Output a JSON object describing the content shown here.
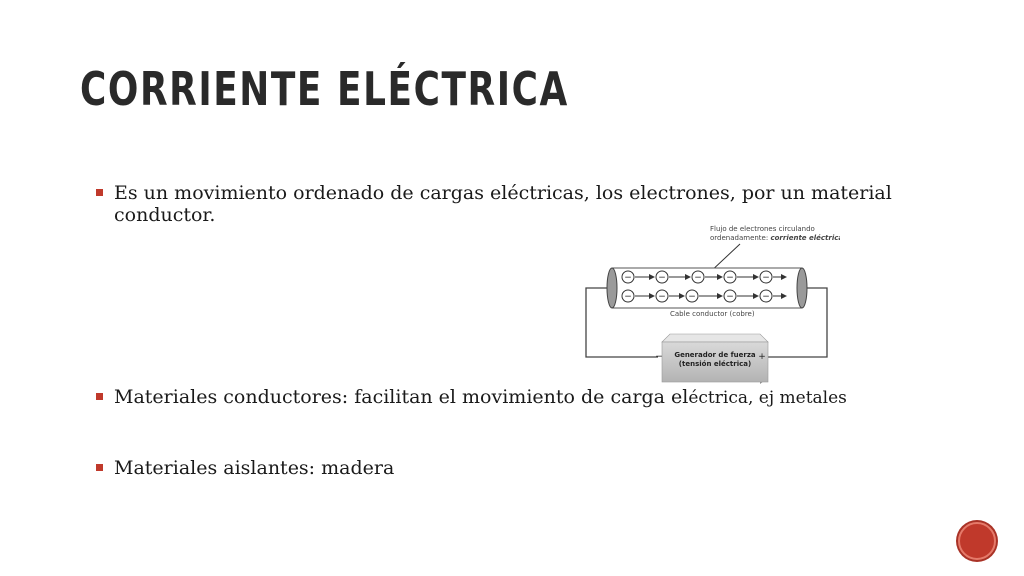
{
  "slide": {
    "title": "Corriente eléctrica",
    "bullets": [
      {
        "line1": "Es un movimiento ordenado de cargas eléctricas, los electrones, por un material",
        "line2": "conductor."
      },
      {
        "main": "Materiales conductores: facilitan el movimiento de carga el",
        "small": "éctrica, ej metales"
      },
      {
        "main": "Materiales aislantes: madera"
      }
    ]
  },
  "diagram": {
    "flow_label_line1": "Flujo de electrones circulando",
    "flow_label_line2_prefix": "ordenadamente: ",
    "flow_label_line2_em": "corriente eléctrica",
    "cable_label": "Cable conductor (cobre)",
    "generator_line1": "Generador de fuerza",
    "generator_line2": "(tensión eléctrica)",
    "minus_sign": "−",
    "plus_sign": "+",
    "electron_symbol": "−"
  },
  "colors": {
    "accent": "#c0392b"
  }
}
